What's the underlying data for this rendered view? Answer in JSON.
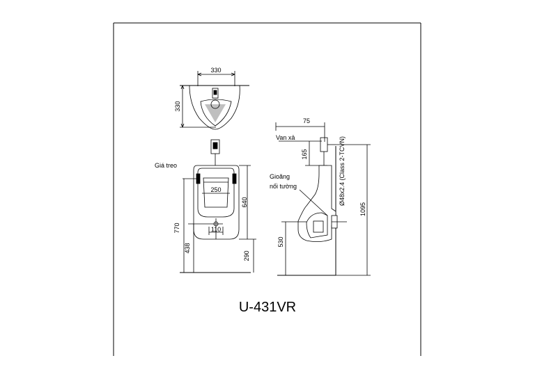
{
  "drawing": {
    "model": "U-431VR",
    "top_view": {
      "width": "330",
      "depth": "330"
    },
    "front_view": {
      "label_hanger": "Giá treo",
      "dim_inner_width": "250",
      "dim_height": "640",
      "dim_total_to_top": "770",
      "dim_outlet_height": "438",
      "dim_outlet_width": "110",
      "dim_bottom": "290"
    },
    "side_view": {
      "label_valve": "Van xả",
      "label_gasket_line1": "Gioăng",
      "label_gasket_line2": "nối tường",
      "dim_offset": "75",
      "dim_valve_height": "165",
      "pipe_spec": "Ø48x2.4 (Class 2-TCVN)",
      "dim_total": "1095",
      "dim_outlet": "530"
    }
  }
}
